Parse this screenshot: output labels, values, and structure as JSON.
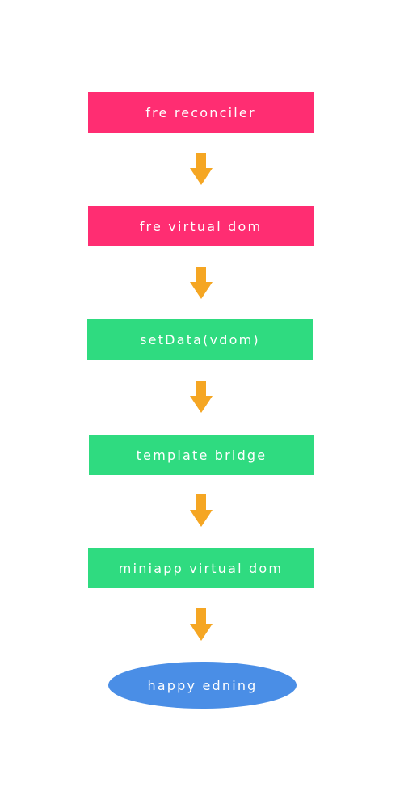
{
  "flow": {
    "steps": [
      {
        "label": "fre reconciler",
        "color": "#ff2d72"
      },
      {
        "label": "fre virtual dom",
        "color": "#ff2d72"
      },
      {
        "label": "setData(vdom)",
        "color": "#2fdb80"
      },
      {
        "label": "template bridge",
        "color": "#2fdb80"
      },
      {
        "label": "miniapp virtual dom",
        "color": "#2fdb80"
      },
      {
        "label": "happy edning",
        "color": "#4a8ee6"
      }
    ],
    "arrow_color": "#f5a623",
    "arrow_icon": "arrow-down-icon"
  }
}
